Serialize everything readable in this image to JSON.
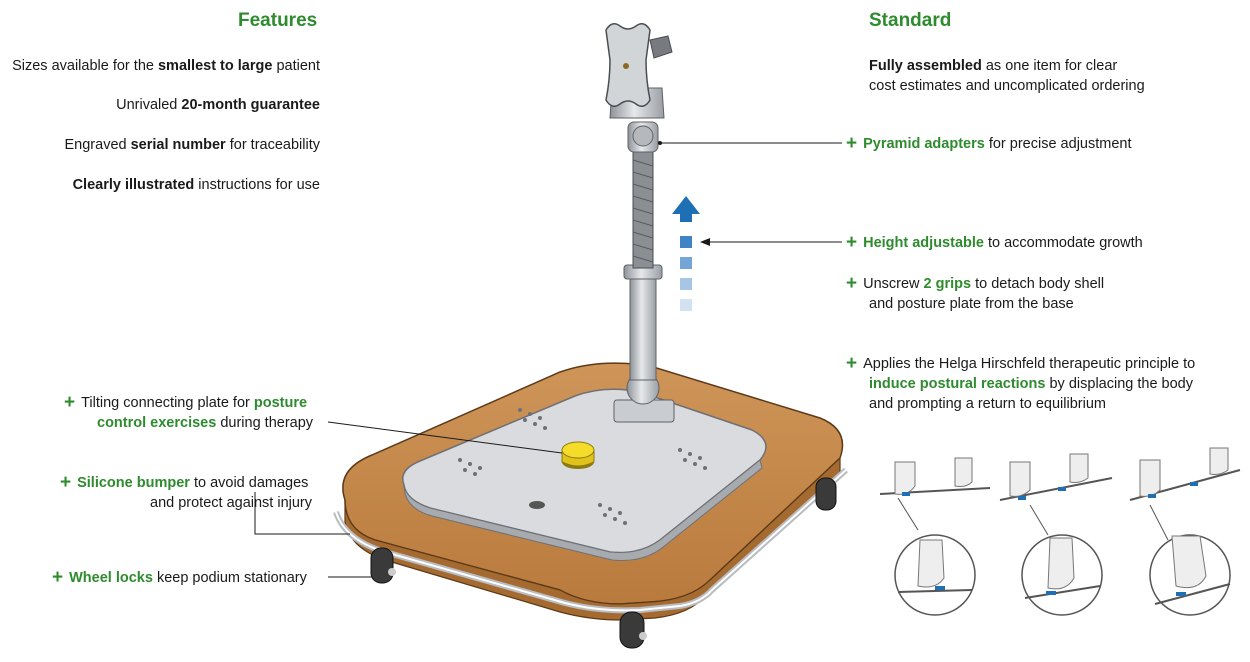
{
  "features": {
    "heading": "Features",
    "items": [
      {
        "pre": "Sizes available for the ",
        "bold": "smallest to large",
        "post": " patient"
      },
      {
        "pre": "Unrivaled ",
        "bold": "20-month guarantee",
        "post": ""
      },
      {
        "pre": "Engraved ",
        "bold": "serial number",
        "post": " for traceability"
      },
      {
        "pre": "",
        "bold": "Clearly illustrated",
        "post": " instructions for use"
      }
    ]
  },
  "standard": {
    "heading": "Standard",
    "intro": {
      "bold": "Fully assembled",
      "line1": " as one item for clear",
      "line2": "cost estimates and uncomplicated ordering"
    },
    "items": [
      {
        "green": "Pyramid adapters",
        "post": " for precise adjustment"
      },
      {
        "green": "Height adjustable",
        "post": " to accommodate growth"
      },
      {
        "pre": "Unscrew ",
        "green": "2 grips",
        "post": " to detach body shell",
        "line2": "and posture plate from the base"
      },
      {
        "line1": "Applies the Helga Hirschfeld therapeutic principle to",
        "green": "induce postural reactions",
        "post": " by displacing the body",
        "line3": "and prompting a return to equilibrium"
      }
    ]
  },
  "callouts": {
    "tilting": {
      "pre": "Tilting connecting plate for ",
      "green1": "posture",
      "green2": "control exercises",
      "post": " during therapy"
    },
    "bumper": {
      "green": "Silicone bumper",
      "post": " to avoid damages",
      "line2": "and protect against injury"
    },
    "wheels": {
      "green": "Wheel locks",
      "post": " keep podium stationary"
    }
  },
  "icons": {
    "plus": "+"
  },
  "colors": {
    "accent": "#2e8b2e",
    "arrow": "#1f6fb5",
    "wood": "#c68a4c",
    "metal": "#c8cbcf"
  }
}
